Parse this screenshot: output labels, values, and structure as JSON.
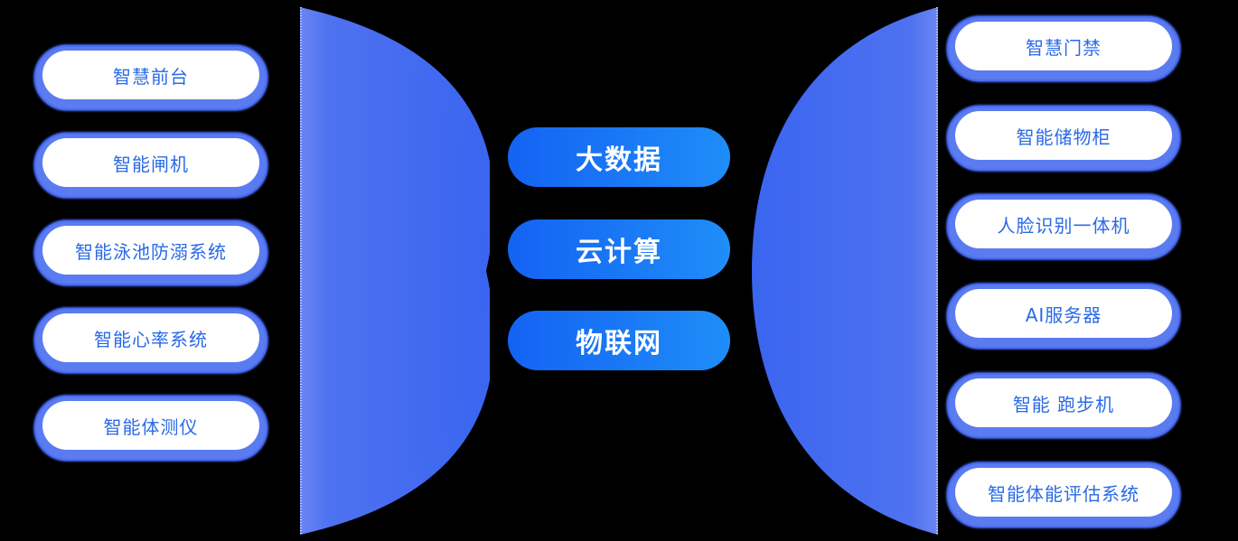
{
  "colors": {
    "background": "#000000",
    "arc_fill": "#3b66f0",
    "pill_text": "#2a6ae6",
    "pill_border": "#5b7cf0",
    "core_gradient_start": "#1463f3",
    "core_gradient_end": "#1f8ef8",
    "core_text": "#ffffff"
  },
  "left_items": [
    {
      "label": "智慧前台"
    },
    {
      "label": "智能闸机"
    },
    {
      "label": "智能泳池防溺系统"
    },
    {
      "label": "智能心率系统"
    },
    {
      "label": "智能体测仪"
    }
  ],
  "core_items": [
    {
      "label": "大数据"
    },
    {
      "label": "云计算"
    },
    {
      "label": "物联网"
    }
  ],
  "right_items": [
    {
      "label": "智慧门禁"
    },
    {
      "label": "智能储物柜"
    },
    {
      "label": "人脸识别一体机"
    },
    {
      "label": "AI服务器"
    },
    {
      "label": "智能 跑步机"
    },
    {
      "label": "智能体能评估系统"
    }
  ]
}
